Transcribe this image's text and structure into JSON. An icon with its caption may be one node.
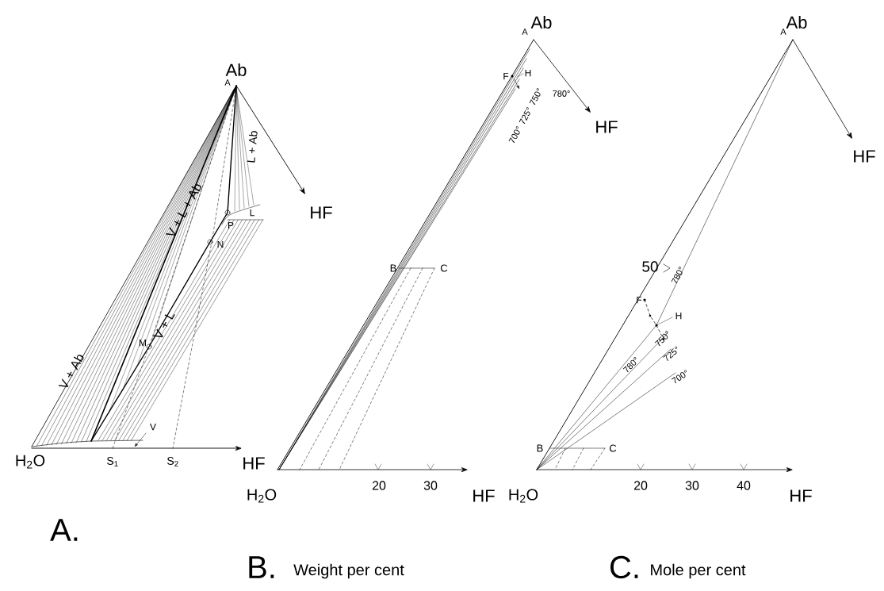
{
  "diagram": {
    "labels": [
      "Ab",
      "A",
      "L + Ab",
      "V + L + Ab",
      "P",
      "L",
      "N",
      "HF",
      "M",
      "V + Ab",
      "V + L",
      "V",
      "H$_{2}$O",
      "S$_{1}$",
      "S$_{2}$",
      "HF",
      "A.",
      "Ab",
      "A",
      "F",
      "H",
      "780°",
      "700°",
      "725°",
      "750°",
      "HF",
      "B",
      "C",
      "H$_{2}$O",
      "20",
      "30",
      "HF",
      "B.",
      "Weight per cent",
      "Ab",
      "A",
      "HF",
      "50",
      "780°",
      "F",
      "H",
      "780°",
      "750°",
      "725°",
      "700°",
      "B",
      "C",
      "H$_{2}$O",
      "20",
      "30",
      "40",
      "HF",
      "C.",
      "Mole per cent"
    ]
  }
}
